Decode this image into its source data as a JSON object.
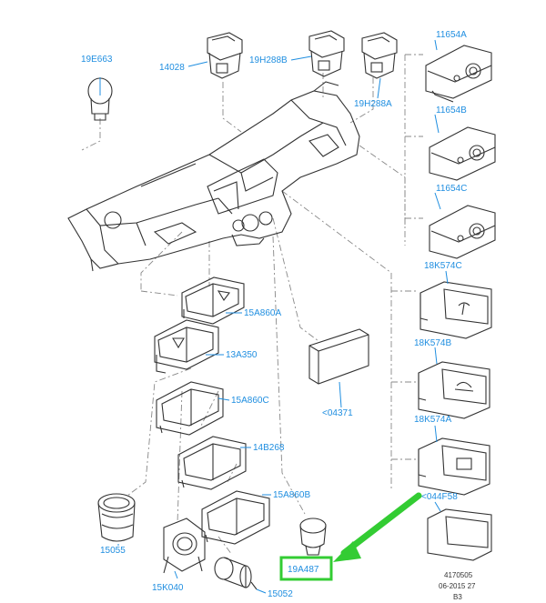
{
  "colors": {
    "callout": "#1f8ee0",
    "highlight": "#33cc33",
    "line": "#333333"
  },
  "parts": [
    {
      "id": "p1",
      "label": "19E663"
    },
    {
      "id": "p2",
      "label": "14028"
    },
    {
      "id": "p3",
      "label": "19H288B"
    },
    {
      "id": "p4",
      "label": "19H288A"
    },
    {
      "id": "p5",
      "label": "11654A"
    },
    {
      "id": "p6",
      "label": "11654B"
    },
    {
      "id": "p7",
      "label": "11654C"
    },
    {
      "id": "p8",
      "label": "18K574C"
    },
    {
      "id": "p9",
      "label": "15A860A"
    },
    {
      "id": "p10",
      "label": "13A350"
    },
    {
      "id": "p11",
      "label": "18K574B"
    },
    {
      "id": "p12",
      "label": "15A860C"
    },
    {
      "id": "p13",
      "label": "<04371"
    },
    {
      "id": "p14",
      "label": "18K574A"
    },
    {
      "id": "p15",
      "label": "14B268"
    },
    {
      "id": "p16",
      "label": "<044F58"
    },
    {
      "id": "p17",
      "label": "15A860B"
    },
    {
      "id": "p18",
      "label": "15055"
    },
    {
      "id": "p19",
      "label": "19A487",
      "highlighted": true
    },
    {
      "id": "p20",
      "label": "15K040"
    },
    {
      "id": "p21",
      "label": "15052"
    }
  ],
  "footer": {
    "line1": "4170505",
    "line2": "06-2015 27",
    "line3": "B3"
  }
}
